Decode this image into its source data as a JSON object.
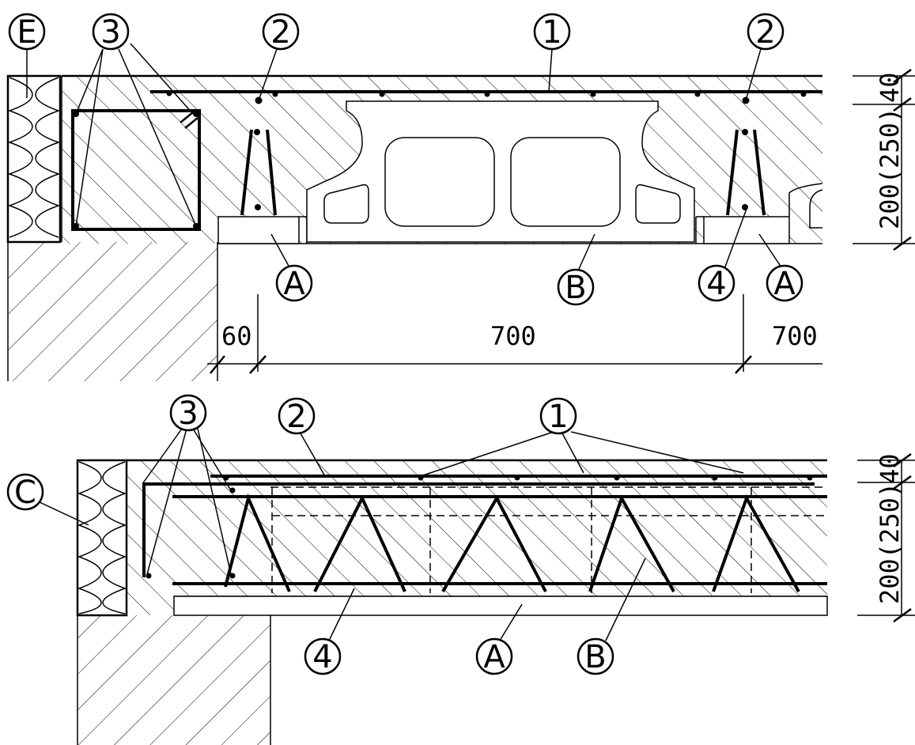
{
  "top_section": {
    "labels": {
      "E": "E",
      "three": "3",
      "two_left": "2",
      "one": "1",
      "two_right": "2",
      "A_left": "A",
      "B": "B",
      "four": "4",
      "A_right": "A"
    },
    "dimensions": {
      "d60": "60",
      "d700_a": "700",
      "d700_b": "700",
      "d40": "40",
      "d200": "200(250)"
    }
  },
  "bottom_section": {
    "labels": {
      "three": "3",
      "two": "2",
      "one": "1",
      "C": "C",
      "four": "4",
      "A": "A",
      "B": "B"
    },
    "dimensions": {
      "d40": "40",
      "d200": "200(250)"
    }
  }
}
